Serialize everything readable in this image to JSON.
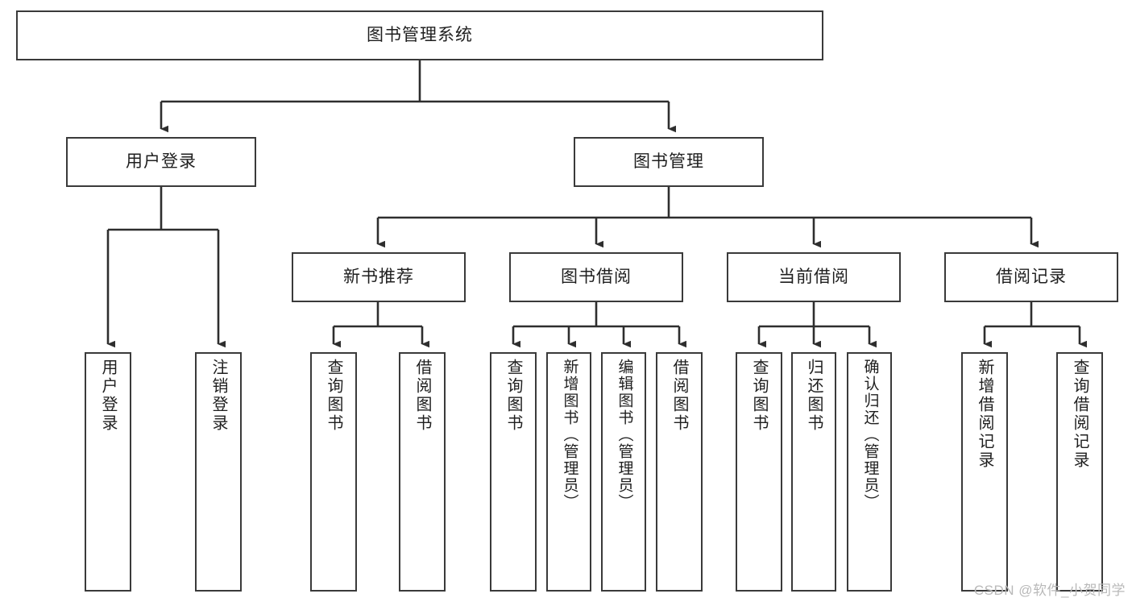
{
  "diagram": {
    "title": "图书管理系统",
    "type": "functional-structure-tree",
    "watermark": "CSDN @软件_小贺同学",
    "colors": {
      "box_border": "#3a3a3a",
      "box_fill": "#ffffff",
      "edge": "#2e2e2e",
      "text": "#1f1f1f",
      "watermark": "#b9b9b9"
    },
    "nodes": {
      "root": {
        "label": "图书管理系统"
      },
      "level1": [
        {
          "id": "user-login",
          "label": "用户登录"
        },
        {
          "id": "book-management",
          "label": "图书管理"
        }
      ],
      "level2": [
        {
          "id": "new-book-recommend",
          "label": "新书推荐"
        },
        {
          "id": "book-borrow",
          "label": "图书借阅"
        },
        {
          "id": "current-borrow",
          "label": "当前借阅"
        },
        {
          "id": "borrow-record",
          "label": "借阅记录"
        }
      ],
      "leaves": {
        "user-login": [
          {
            "id": "leaf-user-login",
            "label": "用户登录"
          },
          {
            "id": "leaf-logout-login",
            "label": "注销登录"
          }
        ],
        "new-book-recommend": [
          {
            "id": "leaf-query-book-1",
            "label": "查询图书"
          },
          {
            "id": "leaf-borrow-book-1",
            "label": "借阅图书"
          }
        ],
        "book-borrow": [
          {
            "id": "leaf-query-book-2",
            "label": "查询图书"
          },
          {
            "id": "leaf-add-book",
            "label": "新增图书（管理员）"
          },
          {
            "id": "leaf-edit-book",
            "label": "编辑图书（管理员）"
          },
          {
            "id": "leaf-borrow-book-2",
            "label": "借阅图书"
          }
        ],
        "current-borrow": [
          {
            "id": "leaf-query-book-3",
            "label": "查询图书"
          },
          {
            "id": "leaf-return-book",
            "label": "归还图书"
          },
          {
            "id": "leaf-confirm-return",
            "label": "确认归还（管理员）"
          }
        ],
        "borrow-record": [
          {
            "id": "leaf-add-record",
            "label": "新增借阅记录"
          },
          {
            "id": "leaf-query-record",
            "label": "查询借阅记录"
          }
        ]
      }
    }
  }
}
